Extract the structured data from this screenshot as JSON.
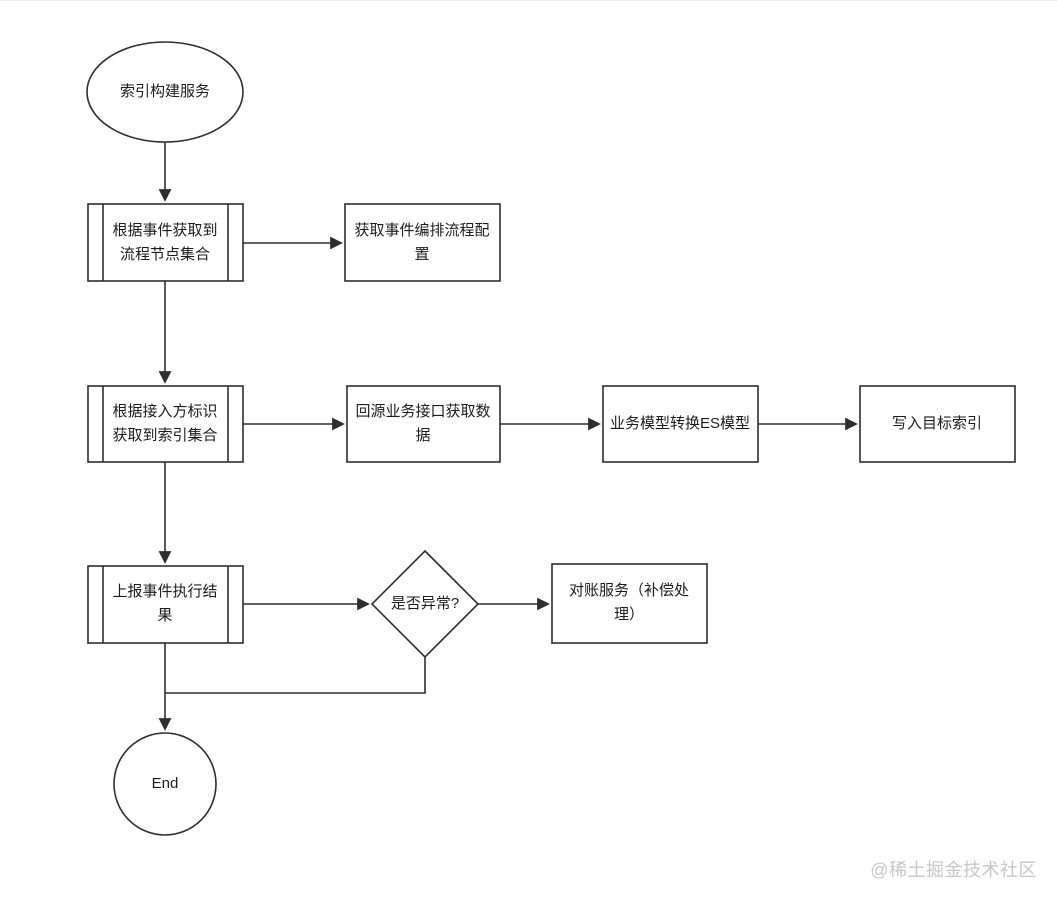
{
  "diagram": {
    "start": {
      "shape": "ellipse",
      "label": "索引构建服务"
    },
    "nodes": {
      "get_flow_nodes": {
        "shape": "predefined-process",
        "label": "根据事件获取到流程节点集合"
      },
      "get_orchestration_config": {
        "shape": "process",
        "label": "获取事件编排流程配置"
      },
      "get_index_set": {
        "shape": "predefined-process",
        "label": "根据接入方标识获取到索引集合"
      },
      "fetch_source_data": {
        "shape": "process",
        "label": "回源业务接口获取数据"
      },
      "convert_es_model": {
        "shape": "process",
        "label": "业务模型转换ES模型"
      },
      "write_target_index": {
        "shape": "process",
        "label": "写入目标索引"
      },
      "report_exec_result": {
        "shape": "predefined-process",
        "label": "上报事件执行结果"
      },
      "reconciliation_service": {
        "shape": "process",
        "label": "对账服务（补偿处理）"
      }
    },
    "decision": {
      "shape": "diamond",
      "label": "是否异常?"
    },
    "end": {
      "shape": "circle",
      "label": "End"
    }
  },
  "watermark": {
    "label": "@稀土掘金技术社区",
    "color": "#c6c6c6"
  },
  "colors": {
    "stroke": "#2e2e2e",
    "text": "#1c1c1c",
    "background": "#ffffff"
  }
}
